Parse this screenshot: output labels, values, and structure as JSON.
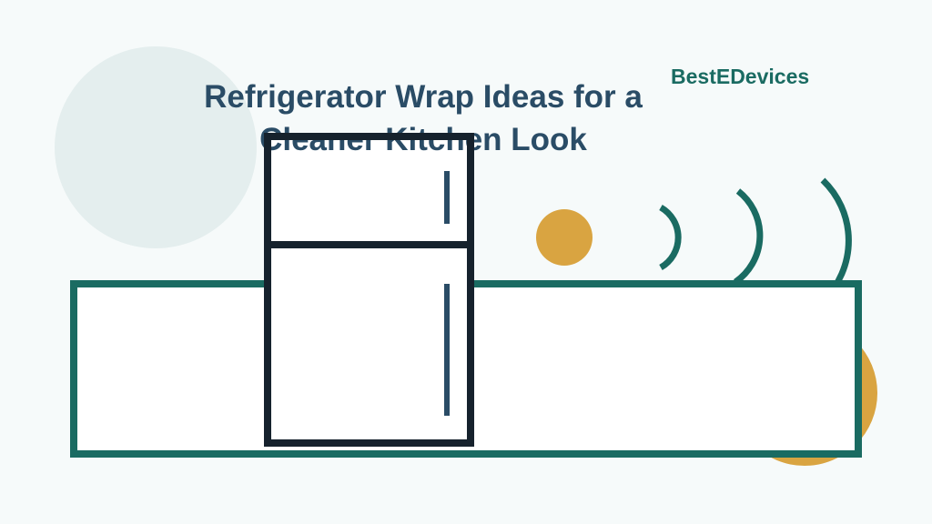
{
  "title": {
    "line1": "Refrigerator Wrap Ideas for a",
    "line2": "Cleaner Kitchen Look"
  },
  "brand": "BestEDevices",
  "colors": {
    "background": "#f6fafa",
    "title": "#2a4c66",
    "brand": "#1a6b62",
    "counter_stroke": "#1a6b62",
    "fridge_stroke": "#16222d",
    "fridge_handle": "#2a4c66",
    "accent_gold": "#d9a441",
    "soft_circle": "#e4eeee"
  },
  "icons": [
    "refrigerator-icon",
    "signal-waves-icon"
  ]
}
